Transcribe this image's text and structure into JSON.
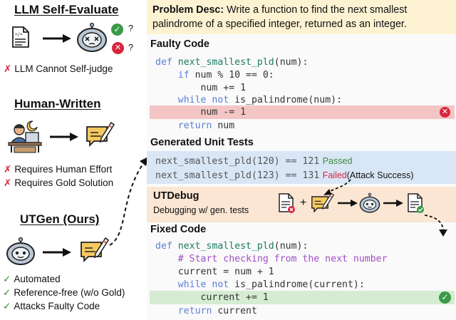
{
  "left": {
    "llm_title": "LLM Self-Evaluate",
    "llm_q1": "?",
    "llm_q2": "?",
    "llm_con": "LLM Cannot Self-judge",
    "human_title": "Human-Written",
    "human_con1": "Requires Human Effort",
    "human_con2": "Requires Gold Solution",
    "utgen_title": "UTGen (Ours)",
    "utgen_pro1": "Automated",
    "utgen_pro2": "Reference-free (w/o Gold)",
    "utgen_pro3": "Attacks Faulty Code",
    "mark_cross": "✗",
    "mark_check": "✓"
  },
  "problem": {
    "label": "Problem Desc:",
    "line1": " Write a function to find the next smallest",
    "line2": "palindrome of a specified integer, returned as an integer."
  },
  "faulty": {
    "title": "Faulty Code",
    "lines": [
      [
        "def ",
        "next_smallest_pld",
        "(num):"
      ],
      [
        "    if ",
        "num % 10 == 0:"
      ],
      [
        "        num += 1"
      ],
      [
        "    while not ",
        "is_palindrome(num):"
      ],
      [
        "        num -= 1"
      ],
      [
        "    return ",
        "num"
      ]
    ]
  },
  "tests": {
    "title": "Generated Unit Tests",
    "t1": "next_smallest_pld(120) == 121",
    "t1_status": "Passed",
    "t2": "next_smallest_pld(123) == 131",
    "t2_status": "Failed",
    "t2_note": "(Attack Success)"
  },
  "debug": {
    "title": "UTDebug",
    "subtitle": "Debugging w/ gen. tests",
    "plus": "+"
  },
  "fixed": {
    "title": "Fixed Code",
    "lines": [
      [
        "def ",
        "next_smallest_pld",
        "(num):"
      ],
      [
        "    # Start checking from the next number"
      ],
      [
        "    current = num + 1"
      ],
      [
        "    while not ",
        "is_palindrome(current):"
      ],
      [
        "        current += 1"
      ],
      [
        "    return ",
        "current"
      ]
    ]
  },
  "colors": {
    "problem_bg": "#fdf3d3",
    "tests_bg": "#d9e6f6",
    "debug_bg": "#fbe6d4",
    "bad_row": "#f3c5c5",
    "good_row": "#d5ecd2",
    "keyword": "#5b7fd6",
    "function": "#1c7a63",
    "comment": "#a14ec4",
    "passed": "#3a8d3a",
    "failed": "#d7263d"
  },
  "icons": [
    "code-file-icon",
    "robot-icon",
    "check-circle-icon",
    "cross-circle-icon",
    "human-coder-icon",
    "chat-pen-icon",
    "arrow-right-icon",
    "dashed-arrow-icon"
  ]
}
